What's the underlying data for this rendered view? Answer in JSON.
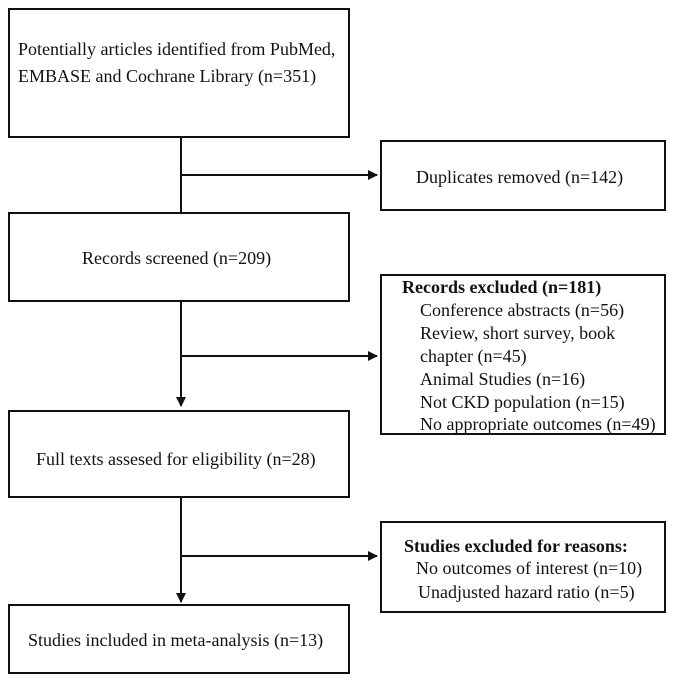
{
  "flow": {
    "identified": {
      "line1": "Potentially articles identified from PubMed,",
      "line2": "EMBASE and Cochrane Library (n=351)"
    },
    "duplicates": "Duplicates removed (n=142)",
    "screened": "Records screened (n=209)",
    "records_excluded": {
      "title": "Records  excluded (n=181)",
      "items": [
        "Conference abstracts (n=56)",
        "Review, short survey, book",
        "chapter (n=45)",
        "Animal Studies (n=16)",
        "Not CKD population (n=15)",
        "No appropriate outcomes (n=49)"
      ]
    },
    "full_texts": "Full texts assesed for eligibility (n=28)",
    "studies_excluded": {
      "title": "Studies excluded for reasons:",
      "items": [
        "No outcomes of interest (n=10)",
        "Unadjusted hazard ratio (n=5)"
      ]
    },
    "included": "Studies included in meta-analysis (n=13)"
  },
  "colors": {
    "stroke": "#111111",
    "background": "#ffffff"
  }
}
